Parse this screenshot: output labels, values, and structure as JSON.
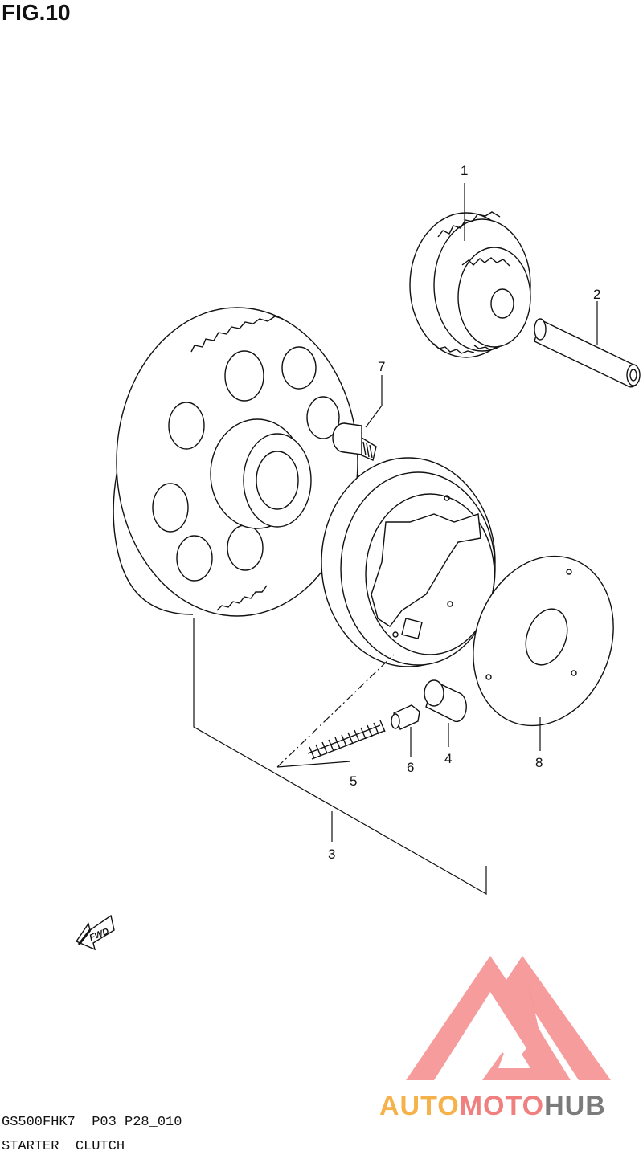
{
  "figure": {
    "title": "FIG.10",
    "model_code": "GS500FHK7  P03 P28_010",
    "caption": "STARTER  CLUTCH"
  },
  "callouts": [
    {
      "id": "1",
      "label": "1"
    },
    {
      "id": "2",
      "label": "2"
    },
    {
      "id": "3",
      "label": "3"
    },
    {
      "id": "4",
      "label": "4"
    },
    {
      "id": "5",
      "label": "5"
    },
    {
      "id": "6",
      "label": "6"
    },
    {
      "id": "7",
      "label": "7"
    },
    {
      "id": "8",
      "label": "8"
    }
  ],
  "direction_badge": "FWD",
  "watermark": {
    "word_part1": "AUTO",
    "word_part2": "MOTO",
    "word_part3": "HUB",
    "color_orange": "#f6b24a",
    "color_red": "#f07f7f",
    "color_gray": "#7b7b7b"
  }
}
